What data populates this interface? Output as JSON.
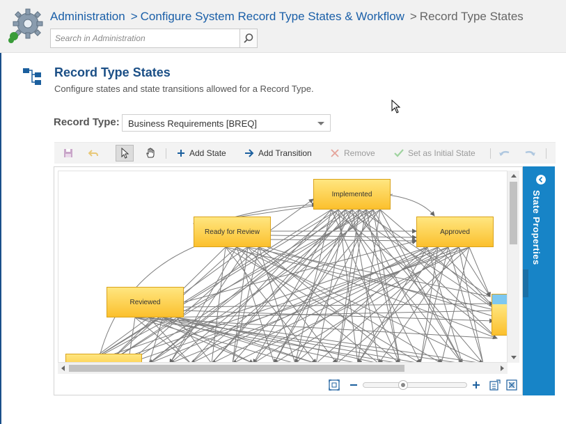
{
  "header": {
    "breadcrumb": [
      {
        "label": "Administration"
      },
      {
        "label": "Configure System Record Type States & Workflow"
      },
      {
        "label": "Record Type States"
      }
    ],
    "search_placeholder": "Search in Administration",
    "search_value": ""
  },
  "page": {
    "title": "Record Type States",
    "subtitle": "Configure states and state transitions allowed for a Record Type."
  },
  "record_type": {
    "label": "Record Type:",
    "selected": "Business Requirements [BREQ]"
  },
  "toolbar": {
    "add_state": "Add State",
    "add_transition": "Add Transition",
    "remove": "Remove",
    "set_initial": "Set as Initial State"
  },
  "states": [
    {
      "name": "Implemented"
    },
    {
      "name": "Ready for Review"
    },
    {
      "name": "Approved"
    },
    {
      "name": "Reviewed"
    }
  ],
  "side_panel": {
    "label": "State Properties"
  },
  "colors": {
    "brand_blue": "#1a5fa8",
    "panel_blue": "#1784c7",
    "state_yellow": "#fbc02d"
  },
  "icons": [
    "gear-logo-icon",
    "search-icon",
    "hierarchy-icon",
    "save-icon",
    "back-icon",
    "pointer-icon",
    "hand-icon",
    "plus-icon",
    "arrow-right-icon",
    "x-icon",
    "check-icon",
    "undo-icon",
    "redo-icon",
    "fit-icon",
    "zoom-out-icon",
    "zoom-in-icon",
    "export-icon",
    "fullscreen-icon",
    "chevron-left-icon"
  ]
}
